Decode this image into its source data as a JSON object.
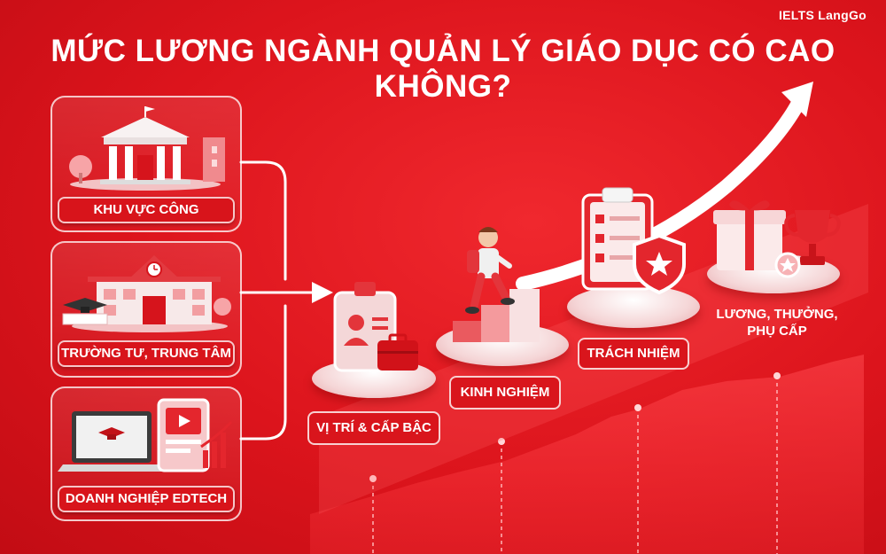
{
  "brand": {
    "text": "IELTS LangGo"
  },
  "title": "MỨC LƯƠNG NGÀNH QUẢN LÝ GIÁO DỤC CÓ CAO KHÔNG?",
  "sectors": [
    {
      "label": "KHU VỰC CÔNG",
      "icon": "government-building-icon"
    },
    {
      "label": "TRƯỜNG TƯ, TRUNG TÂM",
      "icon": "school-building-icon"
    },
    {
      "label": "DOANH NGHIỆP EDTECH",
      "icon": "laptop-tablet-icon"
    }
  ],
  "factors": [
    {
      "label": "VỊ TRÍ & CẤP BẬC",
      "icon": "id-badge-briefcase-icon"
    },
    {
      "label": "KINH NGHIỆM",
      "icon": "climbing-person-icon"
    },
    {
      "label": "TRÁCH NHIỆM",
      "icon": "clipboard-shield-icon"
    },
    {
      "label_line1": "LƯƠNG, THƯỞNG,",
      "label_line2": "PHỤ CẤP",
      "icon": "gift-trophy-icon"
    }
  ],
  "colors": {
    "background": "#dc141c",
    "accent": "#ffffff",
    "pill": "#d8141b"
  }
}
